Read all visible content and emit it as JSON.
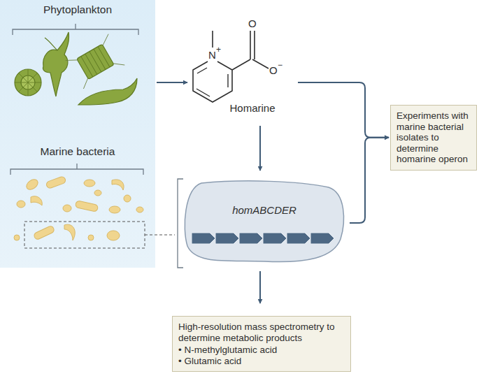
{
  "diagram": {
    "nodes": [
      {
        "text": [
          "Phytoplankton",
          "Marine bacteria"
        ]
      },
      {
        "text": [
          "Homarine"
        ]
      },
      {
        "text": [
          "homABCDER"
        ]
      },
      {
        "text": [
          "Experiments with marine bacterial isolates to determine homarine operon"
        ]
      },
      {
        "text": [
          "High-resolution mass spectrometry to determine metabolic products",
          "• N-methylglutamic acid",
          "• Glutamic acid"
        ]
      }
    ],
    "edges": [
      {
        "from": 0,
        "to": 1,
        "arrow": "to"
      },
      {
        "from": 1,
        "to": 2,
        "arrow": "to"
      },
      {
        "from": 2,
        "to": 4,
        "arrow": "to"
      },
      {
        "from": 1,
        "to": 3,
        "arrow": "to"
      },
      {
        "from": 2,
        "to": 3,
        "arrow": "to"
      }
    ],
    "labels": [
      "N",
      "+",
      "O",
      "O",
      "−"
    ]
  }
}
